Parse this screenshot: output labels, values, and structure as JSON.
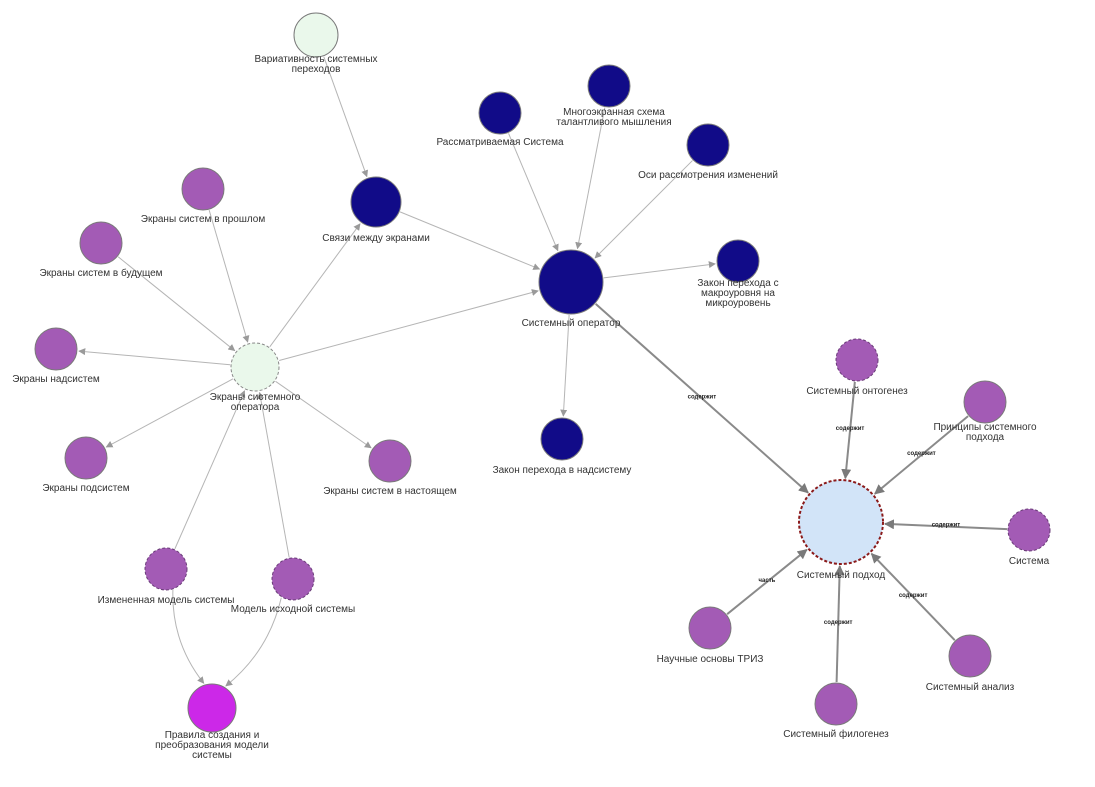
{
  "colors": {
    "dark_blue": "#110B88",
    "purple": "#A35BB5",
    "magenta": "#CC28E8",
    "mint": "#EAF8EB",
    "light_blue": "#D2E4F8",
    "red_dashed": "#8B1A1A"
  },
  "nodes": {
    "variativnost": {
      "label": "Вариативность  системных переходов",
      "lines": [
        "Вариативность  системных",
        "переходов"
      ]
    },
    "svyazi": {
      "label": "Связи между экранами",
      "lines": [
        "Связи между экранами"
      ]
    },
    "rassm": {
      "label": "Рассматриваемая Система",
      "lines": [
        "Рассматриваемая Система"
      ]
    },
    "mnogo": {
      "label": "Многоэкранная схема талантливого мышления",
      "lines": [
        "Многоэкранная схема",
        "талантливого мышления"
      ]
    },
    "osi": {
      "label": "Оси рассмотрения изменений",
      "lines": [
        "Оси рассмотрения изменений"
      ]
    },
    "zakon_makro": {
      "label": "Закон перехода с макроуровня на микроуровень",
      "lines": [
        "Закон перехода с",
        "макроуровня на",
        "микроуровень"
      ]
    },
    "sys_operator": {
      "label": "Системный оператор",
      "lines": [
        "Системный оператор"
      ]
    },
    "zakon_nadsis": {
      "label": "Закон перехода  в надсистему",
      "lines": [
        "Закон перехода  в надсистему"
      ]
    },
    "ekr_past": {
      "label": "Экраны систем  в прошлом",
      "lines": [
        "Экраны систем  в прошлом"
      ]
    },
    "ekr_future": {
      "label": "Экраны систем  в будущем",
      "lines": [
        "Экраны систем  в будущем"
      ]
    },
    "ekr_nadsis": {
      "label": "Экраны надсистем",
      "lines": [
        "Экраны надсистем"
      ]
    },
    "ekr_sysop": {
      "label": "Экраны системного оператора",
      "lines": [
        "Экраны системного",
        "оператора"
      ]
    },
    "ekr_podsis": {
      "label": "Экраны подсистем",
      "lines": [
        "Экраны подсистем"
      ]
    },
    "ekr_now": {
      "label": "Экраны систем  в настоящем",
      "lines": [
        "Экраны систем  в настоящем"
      ]
    },
    "izm_model": {
      "label": "Измененная модель  системы",
      "lines": [
        "Измененная модель  системы"
      ]
    },
    "iskh_model": {
      "label": "Модель исходной  системы",
      "lines": [
        "Модель исходной  системы"
      ]
    },
    "pravila": {
      "label": "Правила создания и преобразования  модели системы",
      "lines": [
        "Правила создания и",
        "преобразования  модели",
        "системы"
      ]
    },
    "ontogenez": {
      "label": "Системный онтогенез",
      "lines": [
        "Системный онтогенез"
      ]
    },
    "principy": {
      "label": "Принципы системного подхода",
      "lines": [
        "Принципы системного",
        "подхода"
      ]
    },
    "sys_podkhod": {
      "label": "Системный подход",
      "lines": [
        "Системный подход"
      ]
    },
    "sistema": {
      "label": "Система",
      "lines": [
        "Система"
      ]
    },
    "nauch": {
      "label": "Научные основы ТРИЗ",
      "lines": [
        "Научные основы ТРИЗ"
      ]
    },
    "sys_analiz": {
      "label": "Системный анализ",
      "lines": [
        "Системный анализ"
      ]
    },
    "filogenez": {
      "label": "Системный филогенез",
      "lines": [
        "Системный филогенез"
      ]
    }
  },
  "edge_labels": {
    "contains": "содержит",
    "part": "часть"
  }
}
